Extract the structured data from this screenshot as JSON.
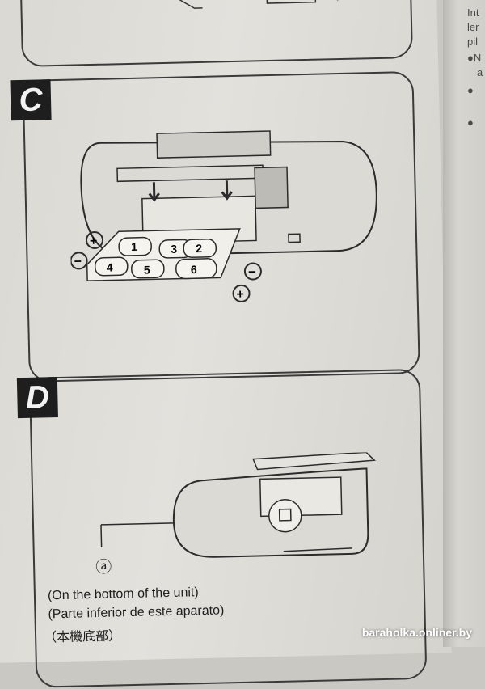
{
  "section_c": {
    "label": "C"
  },
  "section_d": {
    "label": "D",
    "callout": "ⓐ",
    "caption_en": "(On the bottom of the unit)",
    "caption_es": "(Parte inferior de este aparato)",
    "caption_jp": "（本機底部）"
  },
  "batteries": [
    "1",
    "2",
    "3",
    "4",
    "5",
    "6"
  ],
  "polarity": {
    "plus": "+",
    "minus": "−"
  },
  "edge_text": [
    "Int",
    "ler",
    "pil",
    "●N",
    "a",
    "●",
    "●"
  ],
  "watermark": "baraholka.onliner.by"
}
